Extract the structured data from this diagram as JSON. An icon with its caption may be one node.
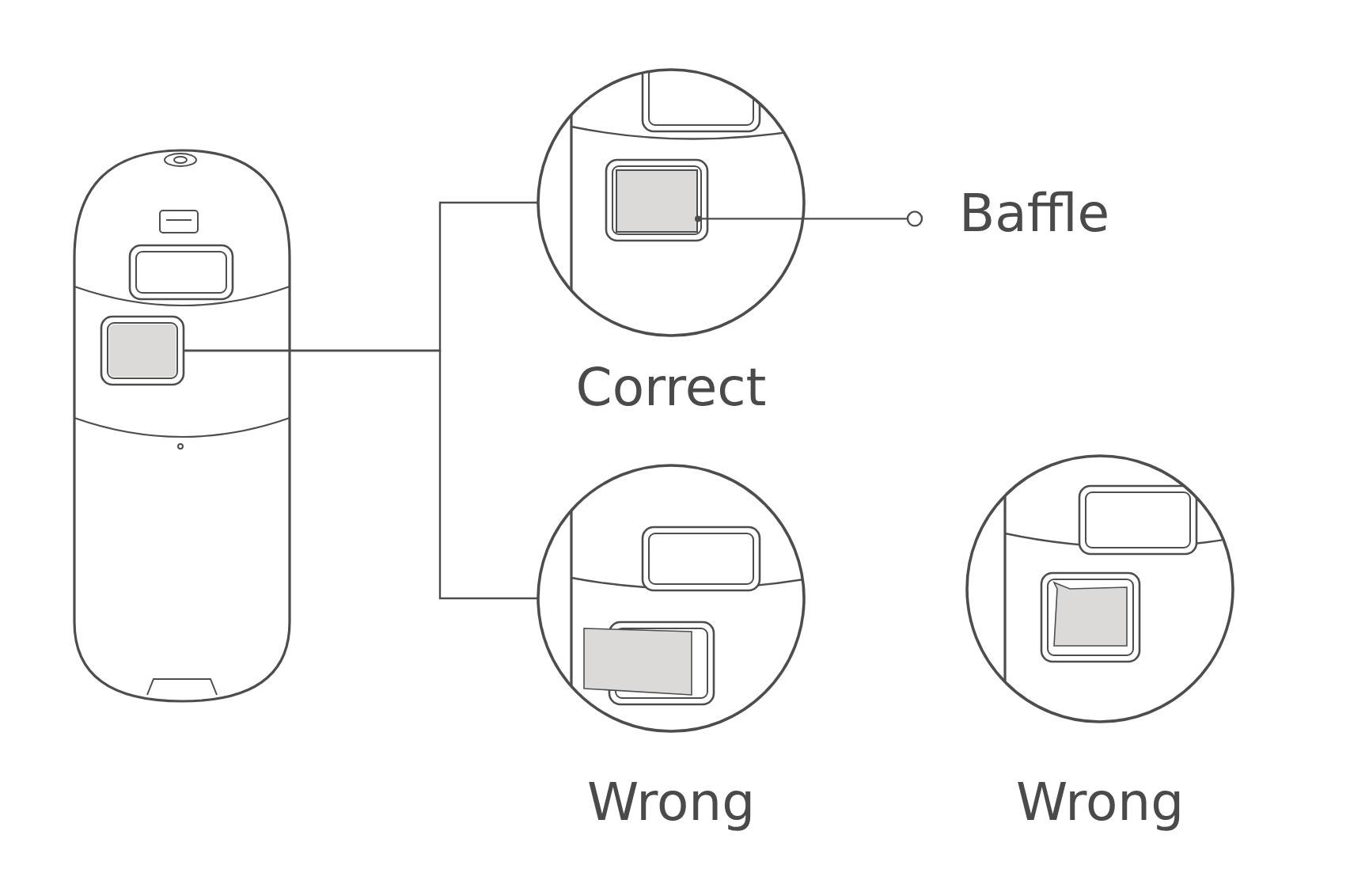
{
  "diagram": {
    "nodes": [
      {
        "text": [],
        "shape": "picture"
      },
      {
        "text": [],
        "shape": "box",
        "in": 0
      },
      {
        "text": [],
        "shape": "circle",
        "beside": [
          "Correct"
        ]
      },
      {
        "text": [],
        "shape": "box",
        "in": 2
      },
      {
        "text": [],
        "shape": "circle",
        "beside": [
          "Wrong"
        ]
      },
      {
        "text": [],
        "shape": "circle",
        "beside": [
          "Wrong"
        ]
      },
      {
        "text": [
          "Baffle"
        ]
      }
    ],
    "edges": [
      {
        "from": 1,
        "to": 2,
        "arrow": "none"
      },
      {
        "from": 1,
        "to": 4,
        "arrow": "none"
      },
      {
        "from": 6,
        "to": 3,
        "arrow": "other"
      }
    ]
  }
}
